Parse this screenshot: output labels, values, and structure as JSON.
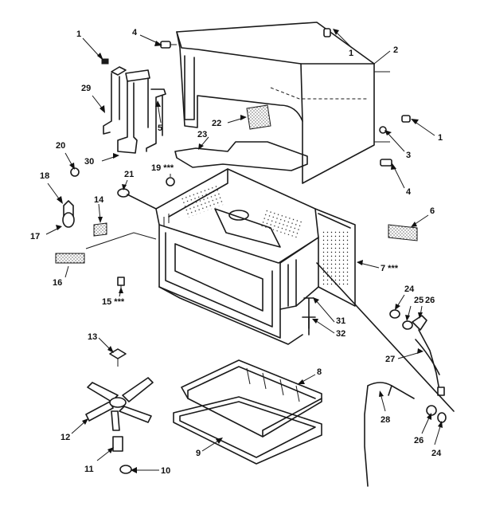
{
  "callouts": [
    {
      "id": "c1a",
      "text": "1"
    },
    {
      "id": "c1b",
      "text": "1"
    },
    {
      "id": "c1c",
      "text": "1"
    },
    {
      "id": "c2",
      "text": "2"
    },
    {
      "id": "c3",
      "text": "3"
    },
    {
      "id": "c4a",
      "text": "4"
    },
    {
      "id": "c4b",
      "text": "4"
    },
    {
      "id": "c5",
      "text": "5"
    },
    {
      "id": "c6",
      "text": "6"
    },
    {
      "id": "c7",
      "text": "7 ***"
    },
    {
      "id": "c8",
      "text": "8"
    },
    {
      "id": "c9",
      "text": "9"
    },
    {
      "id": "c10",
      "text": "10"
    },
    {
      "id": "c11",
      "text": "11"
    },
    {
      "id": "c12",
      "text": "12"
    },
    {
      "id": "c13",
      "text": "13"
    },
    {
      "id": "c14",
      "text": "14"
    },
    {
      "id": "c15",
      "text": "15 ***"
    },
    {
      "id": "c16",
      "text": "16"
    },
    {
      "id": "c17",
      "text": "17"
    },
    {
      "id": "c18",
      "text": "18"
    },
    {
      "id": "c19",
      "text": "19 ***"
    },
    {
      "id": "c20",
      "text": "20"
    },
    {
      "id": "c21",
      "text": "21"
    },
    {
      "id": "c22",
      "text": "22"
    },
    {
      "id": "c23",
      "text": "23"
    },
    {
      "id": "c24a",
      "text": "24"
    },
    {
      "id": "c24b",
      "text": "24"
    },
    {
      "id": "c25",
      "text": "25"
    },
    {
      "id": "c26a",
      "text": "26"
    },
    {
      "id": "c26b",
      "text": "26"
    },
    {
      "id": "c27",
      "text": "27"
    },
    {
      "id": "c28",
      "text": "28"
    },
    {
      "id": "c29",
      "text": "29"
    },
    {
      "id": "c30",
      "text": "30"
    },
    {
      "id": "c31",
      "text": "31"
    },
    {
      "id": "c32",
      "text": "32"
    }
  ]
}
